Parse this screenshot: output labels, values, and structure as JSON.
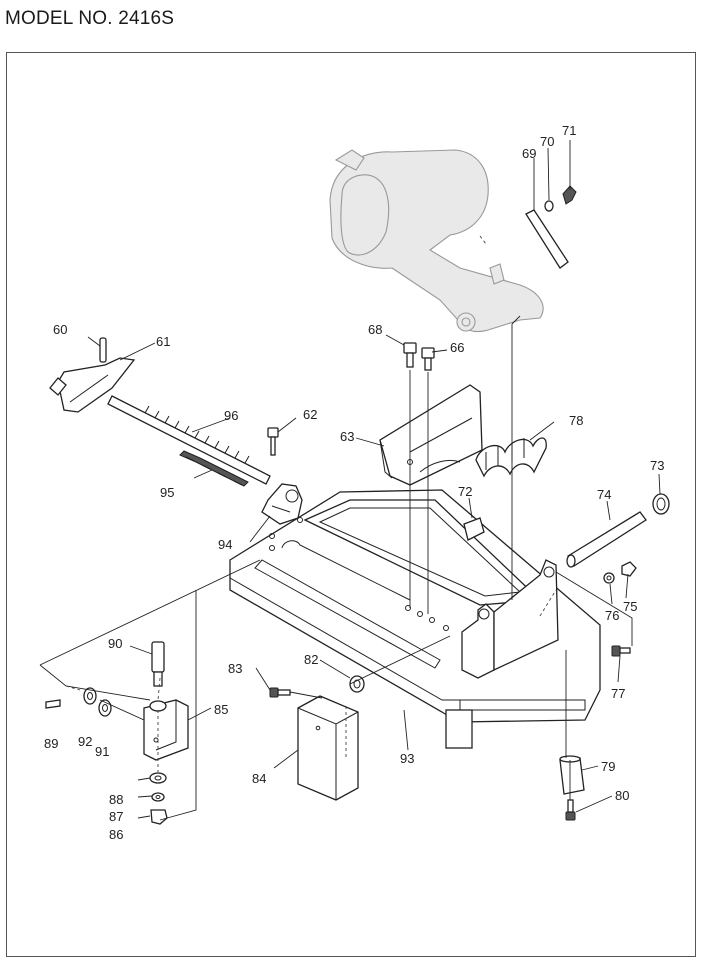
{
  "header": {
    "model_label": "MODEL NO. 2416S"
  },
  "callouts": {
    "p60": "60",
    "p61": "61",
    "p62": "62",
    "p63": "63",
    "p66": "66",
    "p68": "68",
    "p69": "69",
    "p70": "70",
    "p71": "71",
    "p72": "72",
    "p73": "73",
    "p74": "74",
    "p75": "75",
    "p76": "76",
    "p77": "77",
    "p78": "78",
    "p79": "79",
    "p80": "80",
    "p82": "82",
    "p83": "83",
    "p84": "84",
    "p85": "85",
    "p86": "86",
    "p87": "87",
    "p88": "88",
    "p89": "89",
    "p90": "90",
    "p91": "91",
    "p92": "92",
    "p93": "93",
    "p94": "94",
    "p95": "95",
    "p96": "96"
  }
}
